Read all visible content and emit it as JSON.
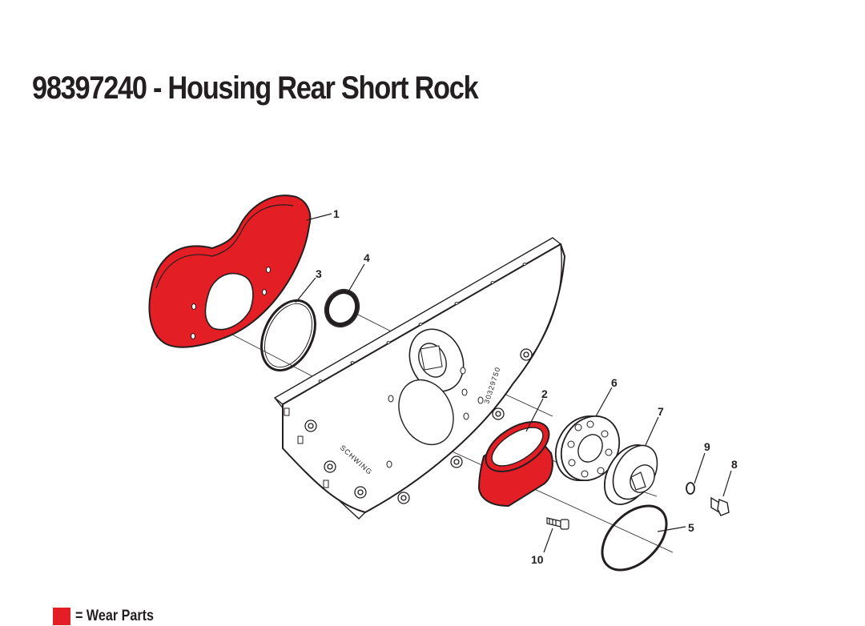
{
  "title": "98397240 - Housing Rear Short Rock",
  "callouts": [
    "1",
    "2",
    "3",
    "4",
    "5",
    "6",
    "7",
    "8",
    "9",
    "10"
  ],
  "stamps": {
    "brand": "SCHWING",
    "serial": "30329750"
  },
  "legend": {
    "label": "= Wear Parts",
    "swatch_color": "#e31e24"
  },
  "colors": {
    "wear": "#e31e24",
    "line": "#231f20",
    "housing": "#ffffff"
  }
}
